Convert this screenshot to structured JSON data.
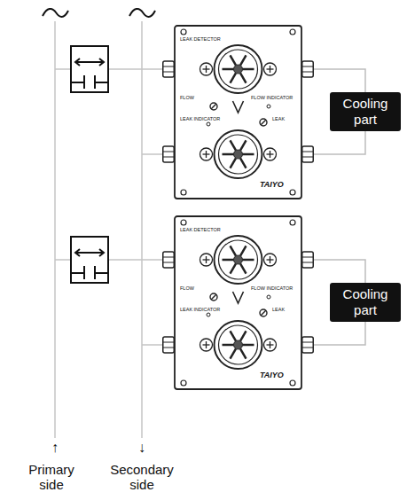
{
  "diagram": {
    "nodes": [
      {
        "text": [
          "LEAK DETECTOR",
          "FLOW",
          "FLOW INDICATOR",
          "LEAK INDICATOR",
          "LEAK",
          "TAIYO"
        ]
      },
      {
        "text": [
          "Cooling part"
        ]
      },
      {
        "text": [
          "LEAK DETECTOR",
          "FLOW",
          "FLOW INDICATOR",
          "LEAK INDICATOR",
          "LEAK",
          "TAIYO"
        ]
      },
      {
        "text": [
          "Cooling part"
        ]
      }
    ],
    "edges": [
      {
        "from": 0,
        "to": 1,
        "arrow": "none"
      },
      {
        "from": 1,
        "to": 0,
        "arrow": "none"
      },
      {
        "from": 2,
        "to": 3,
        "arrow": "none"
      },
      {
        "from": 3,
        "to": 2,
        "arrow": "none"
      }
    ],
    "labels": [
      "↑",
      "↓",
      "Primary side",
      "Secondary side"
    ]
  }
}
